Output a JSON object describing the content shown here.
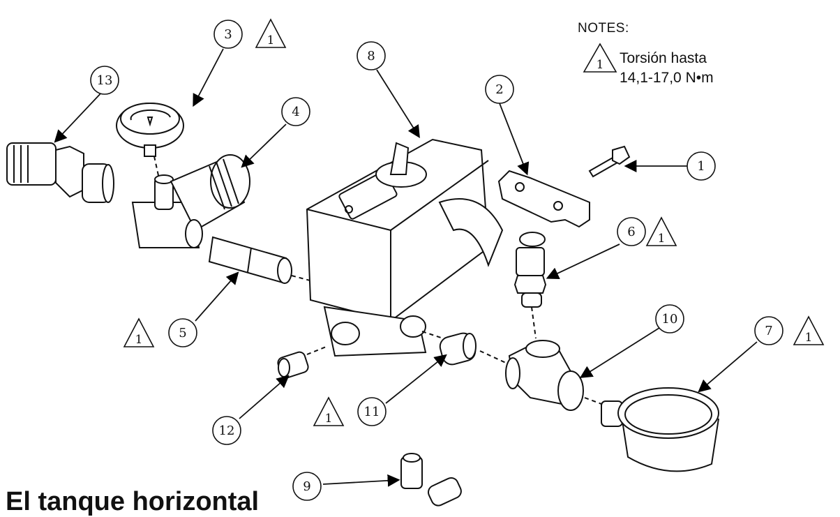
{
  "notes": {
    "title": "NOTES:",
    "symbol_number": "1",
    "text_line1": "Torsión hasta",
    "text_line2": "14,1-17,0 N•m"
  },
  "heading": "El tanque horizontal",
  "callouts": {
    "c1": "1",
    "c2": "2",
    "c3": "3",
    "c4": "4",
    "c5": "5",
    "c6": "6",
    "c7": "7",
    "c8": "8",
    "c9": "9",
    "c10": "10",
    "c11": "11",
    "c12": "12",
    "c13": "13"
  },
  "torque_marks": {
    "t3": "1",
    "t6": "1",
    "t7": "1",
    "t5": "1",
    "t11": "1"
  }
}
